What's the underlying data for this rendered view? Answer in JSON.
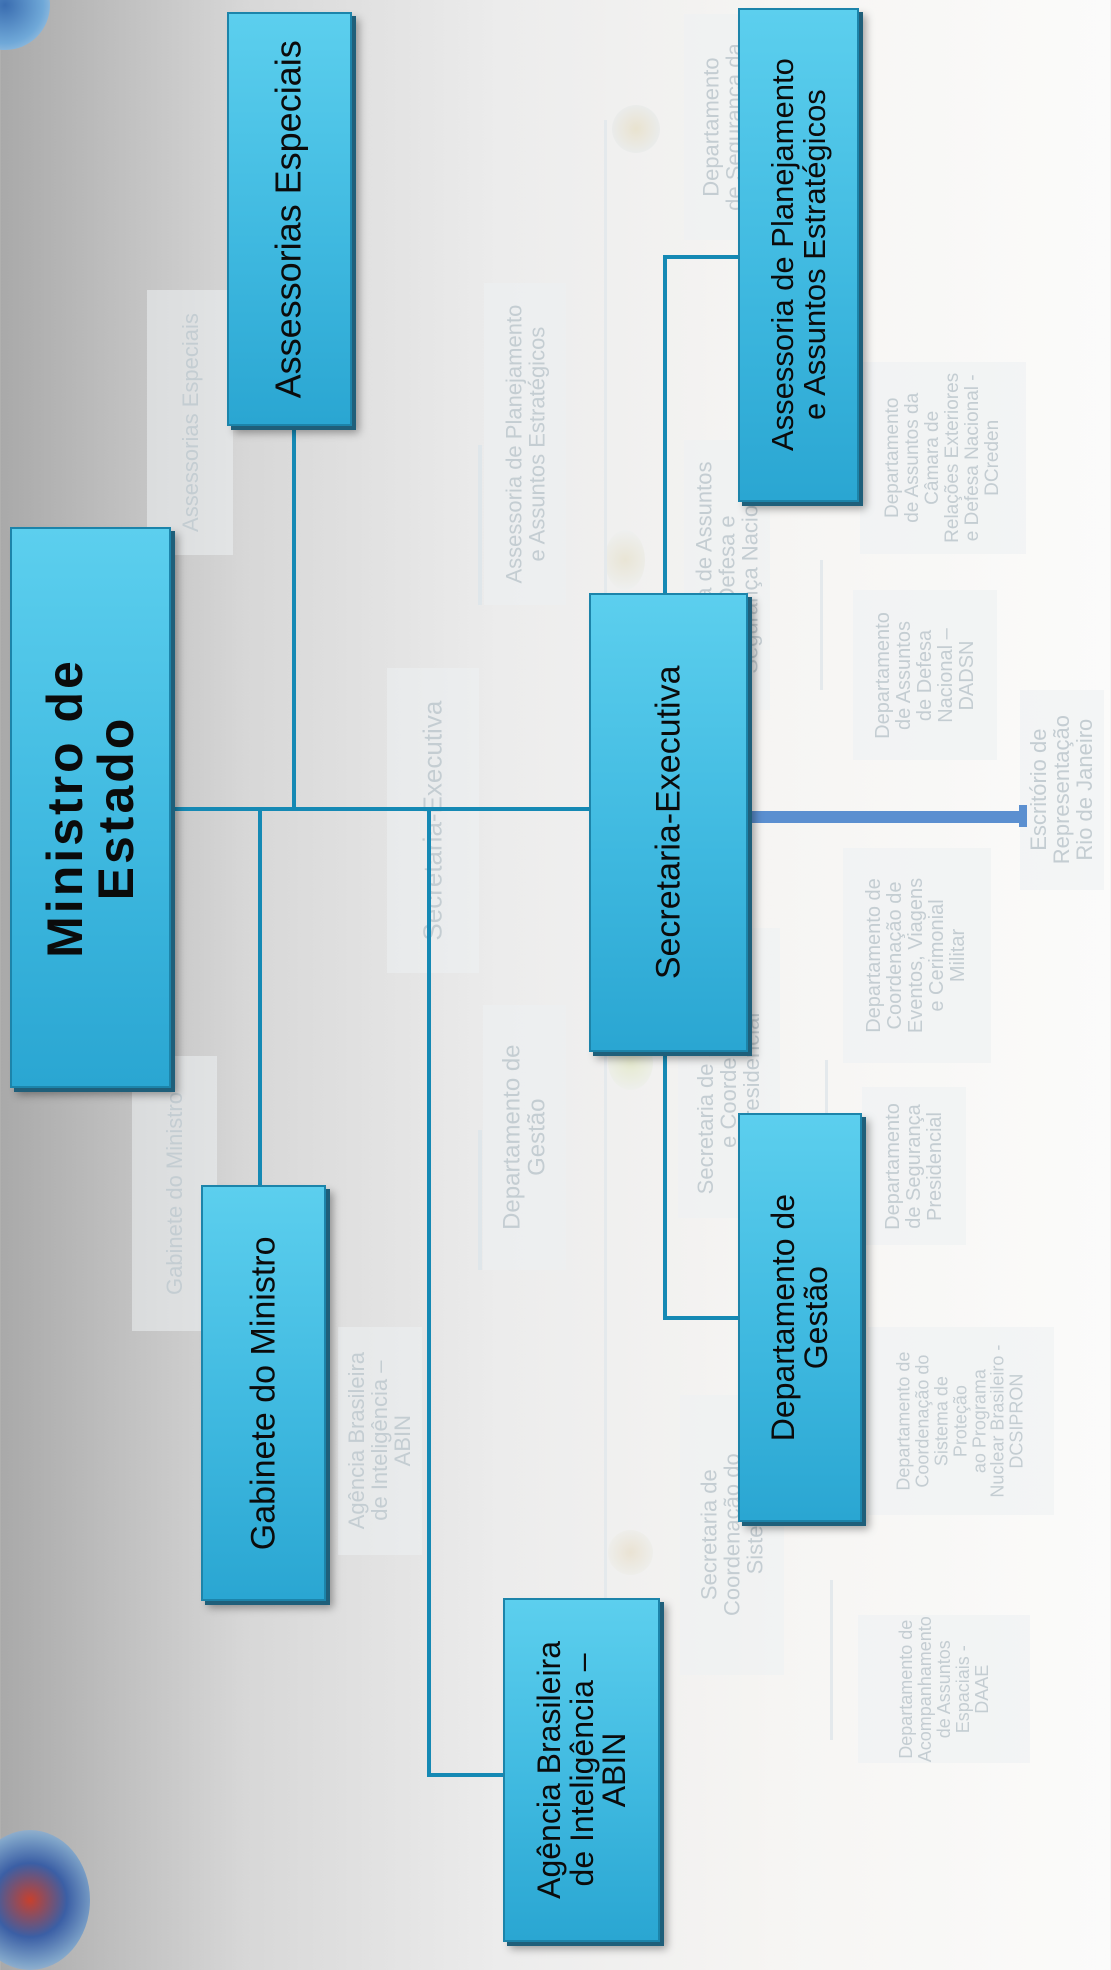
{
  "chart": {
    "root": "Ministro de\nEstado",
    "nodes": {
      "assessorias_especiais": "Assessorias  Especiais",
      "gabinete": "Gabinete do Ministro",
      "abin": "Agência Brasileira\nde Inteligência –\nABIN",
      "secretaria_executiva": "Secretaria-Executiva",
      "planejamento": "Assessoria de Planejamento\ne Assuntos Estratégicos",
      "dep_gestao": "Departamento de\nGestão"
    }
  },
  "background": {
    "assessorias": "Assessorias  Especiais",
    "planejamento": "Assessoria de Planejamento\ne Assuntos Estratégicos",
    "secretaria": "Secretaria-Executiva",
    "dep_gestao": "Departamento de\nGestão",
    "gabinete": "Gabinete do Ministro",
    "abin": "Agência Brasileira\nde Inteligência –\nABIN",
    "dep_seguranca": "Departamento\nde Segurança da",
    "sec_assuntos": "Secretaria de Assuntos\nde Defesa e\nSegurança Nacional",
    "dep_creden": "Departamento\nde Assuntos da\nCâmara de\nRelações Exteriores\ne Defesa Nacional -\nDCreden",
    "dadsn": "Departamento\nde Assuntos\nde Defesa\nNacional –\nDADSN",
    "escritorio": "Escritório de\nRepresentação\nRio de Janeiro",
    "eventos": "Departamento de\nCoordenação de\nEventos, Viagens\ne Cerimonial\nMilitar",
    "sec_seguranca": "Secretaria de Segurança\ne Coordenação\nPresidencial",
    "dep_seg_pres": "Departamento\nde Segurança\nPresidencial",
    "dcsipron": "Departamento de\nCoordenação do\nSistema de\nProteção\nao Programa\nNuclear Brasileiro -\nDCSIPRON",
    "sec_coord_sistema": "Secretaria de\nCoordenação do\nSistema",
    "daae": "Departamento de\nAcompanhamento\nde Assuntos\nEspaciais -\nDAAE"
  }
}
